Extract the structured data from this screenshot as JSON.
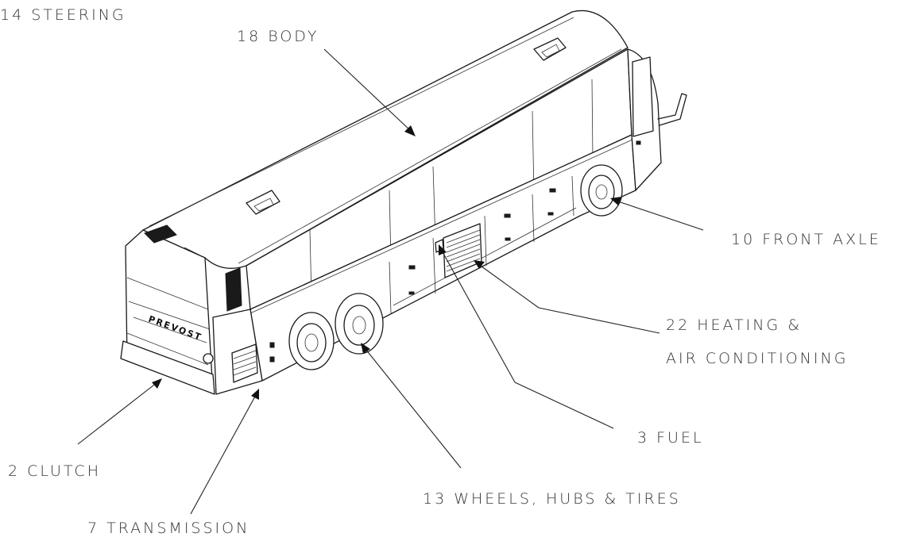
{
  "diagram": {
    "labels": {
      "steering": "14 STEERING",
      "body": "18 BODY",
      "front_axle": "10 FRONT AXLE",
      "heating_line1": "22 HEATING &",
      "heating_line2": "AIR CONDITIONING",
      "fuel": "3 FUEL",
      "clutch": "2 CLUTCH",
      "wheels": "13 WHEELS, HUBS & TIRES",
      "transmission": "7 TRANSMISSION"
    },
    "brand_text": "PREVOST"
  }
}
